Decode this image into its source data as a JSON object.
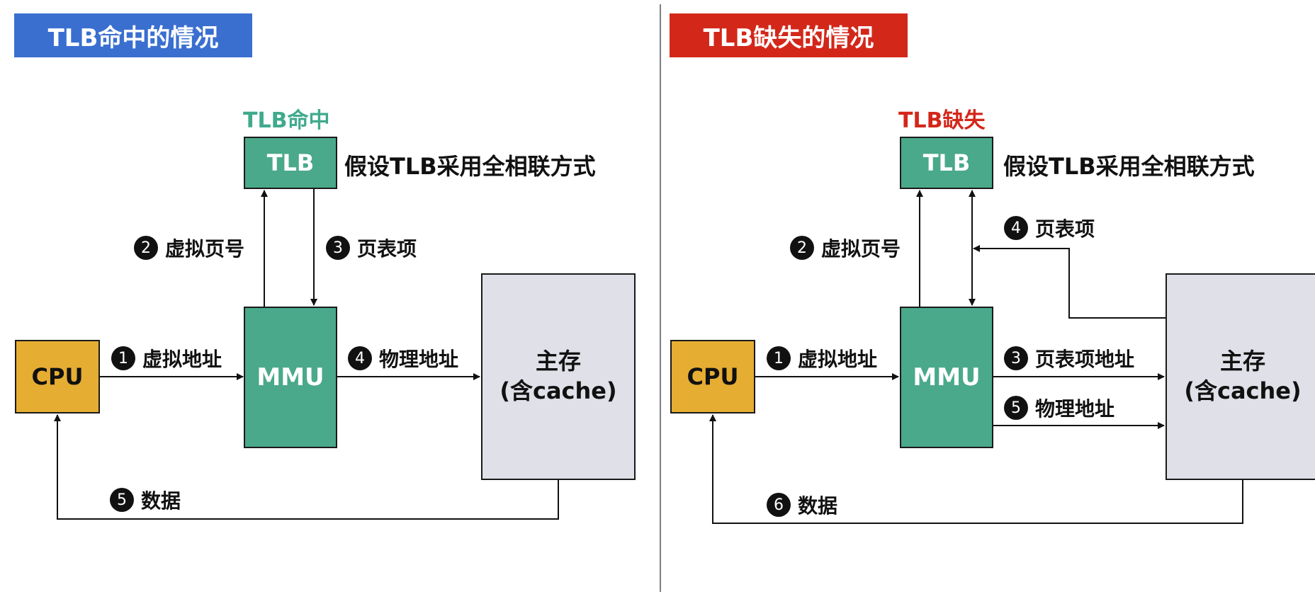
{
  "left_panel": {
    "header": "TLB命中的情况",
    "status_tag": "TLB命中",
    "note": "假设TLB采用全相联方式",
    "boxes": {
      "tlb": "TLB",
      "mmu": "MMU",
      "cpu": "CPU",
      "memory_line1": "主存",
      "memory_line2": "(含cache)"
    },
    "steps": [
      {
        "num": "1",
        "text": "虚拟地址"
      },
      {
        "num": "2",
        "text": "虚拟页号"
      },
      {
        "num": "3",
        "text": "页表项"
      },
      {
        "num": "4",
        "text": "物理地址"
      },
      {
        "num": "5",
        "text": "数据"
      }
    ]
  },
  "right_panel": {
    "header": "TLB缺失的情况",
    "status_tag": "TLB缺失",
    "note": "假设TLB采用全相联方式",
    "boxes": {
      "tlb": "TLB",
      "mmu": "MMU",
      "cpu": "CPU",
      "memory_line1": "主存",
      "memory_line2": "(含cache)"
    },
    "steps": [
      {
        "num": "1",
        "text": "虚拟地址"
      },
      {
        "num": "2",
        "text": "虚拟页号"
      },
      {
        "num": "3",
        "text": "页表项地址"
      },
      {
        "num": "4",
        "text": "页表项"
      },
      {
        "num": "5",
        "text": "物理地址"
      },
      {
        "num": "6",
        "text": "数据"
      }
    ]
  },
  "colors": {
    "hit_header": "#3a6fd0",
    "miss_header": "#d3271a",
    "tlb_mmu_fill": "#4aa98a",
    "cpu_fill": "#e6ad33",
    "memory_fill": "#dfe0e8",
    "hit_tag": "#3faa8c",
    "miss_tag": "#d3271a"
  }
}
